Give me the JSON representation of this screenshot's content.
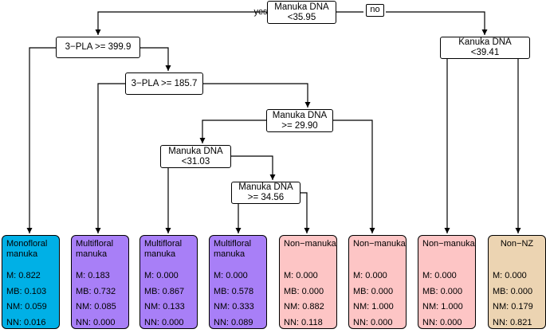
{
  "splits": {
    "root": "Manuka DNA\n<35.95",
    "pla_399": "3−PLA >= 399.9",
    "kanuka": "Kanuka DNA\n<39.41",
    "pla_185": "3−PLA >= 185.7",
    "manuka_2990": "Manuka DNA\n>= 29.90",
    "manuka_3103": "Manuka DNA\n<31.03",
    "manuka_3456": "Manuka DNA\n>= 34.56"
  },
  "branch_labels": {
    "yes": "yes",
    "no": "no"
  },
  "colors": {
    "monofloral": "#00b0e6",
    "multifloral": "#a87ff7",
    "non_manuka": "#fdc5c5",
    "non_nz": "#ecd4b2"
  },
  "leaves": [
    {
      "class": "Monofloral\nmanuka",
      "color_key": "monofloral",
      "stats": [
        "M: 0.822",
        "MB: 0.103",
        "NM: 0.059",
        "NN: 0.016"
      ]
    },
    {
      "class": "Multifloral\nmanuka",
      "color_key": "multifloral",
      "stats": [
        "M: 0.183",
        "MB: 0.732",
        "NM: 0.085",
        "NN: 0.000"
      ]
    },
    {
      "class": "Multifloral\nmanuka",
      "color_key": "multifloral",
      "stats": [
        "M: 0.000",
        "MB: 0.867",
        "NM: 0.133",
        "NN: 0.000"
      ]
    },
    {
      "class": "Multifloral\nmanuka",
      "color_key": "multifloral",
      "stats": [
        "M: 0.000",
        "MB: 0.578",
        "NM: 0.333",
        "NN: 0.089"
      ]
    },
    {
      "class": "Non−manuka",
      "color_key": "non_manuka",
      "stats": [
        "M: 0.000",
        "MB: 0.000",
        "NM: 0.882",
        "NN: 0.118"
      ]
    },
    {
      "class": "Non−manuka",
      "color_key": "non_manuka",
      "stats": [
        "M: 0.000",
        "MB: 0.000",
        "NM: 1.000",
        "NN: 0.000"
      ]
    },
    {
      "class": "Non−manuka",
      "color_key": "non_manuka",
      "stats": [
        "M: 0.000",
        "MB: 0.000",
        "NM: 1.000",
        "NN: 0.000"
      ]
    },
    {
      "class": "Non−NZ",
      "color_key": "non_nz",
      "stats": [
        "M: 0.000",
        "MB: 0.000",
        "NM: 0.179",
        "NN: 0.821"
      ]
    }
  ]
}
